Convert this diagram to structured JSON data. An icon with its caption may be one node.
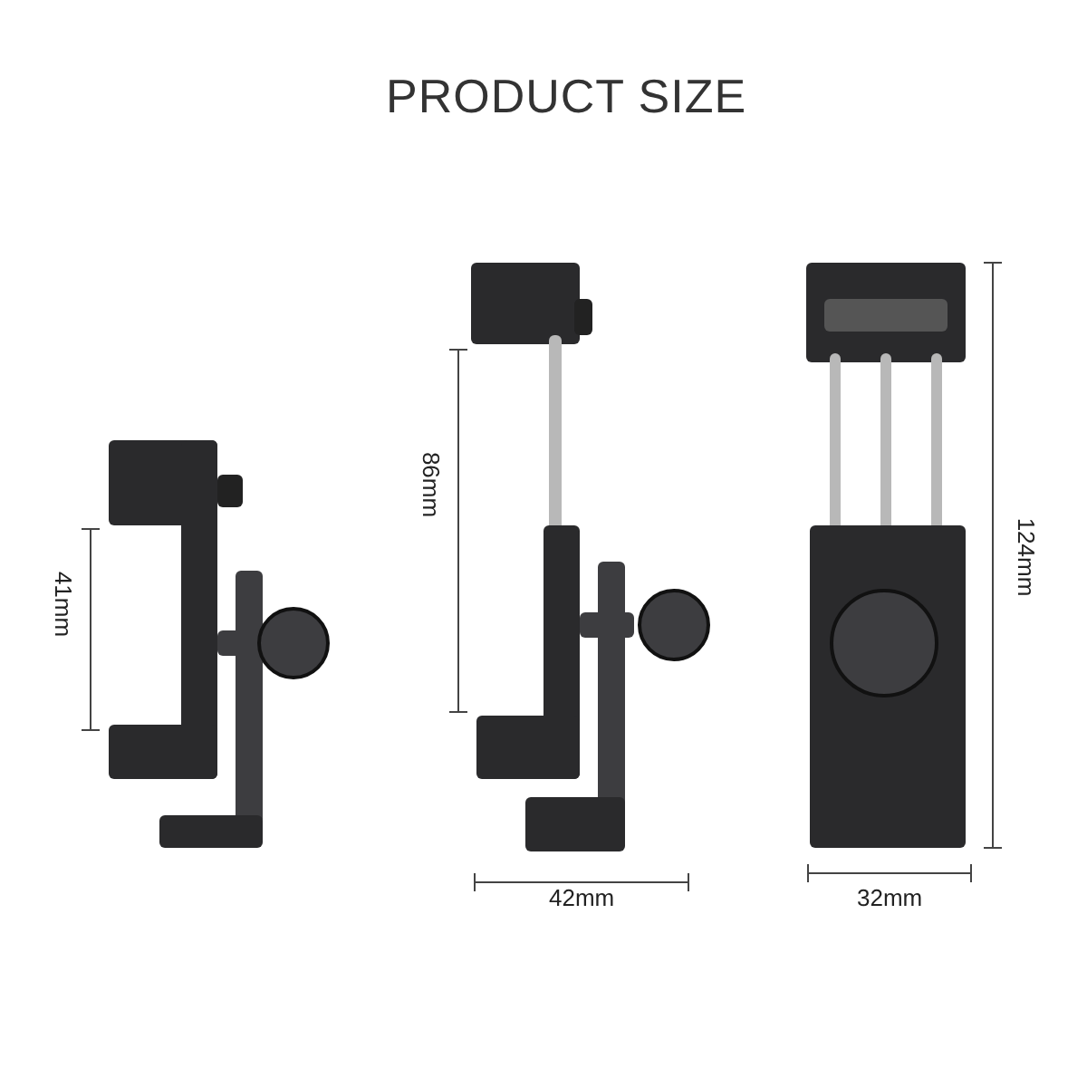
{
  "diagram": {
    "title": "PRODUCT SIZE",
    "labels": [
      "86mm",
      "124mm",
      "41mm",
      "42mm",
      "32mm"
    ]
  }
}
